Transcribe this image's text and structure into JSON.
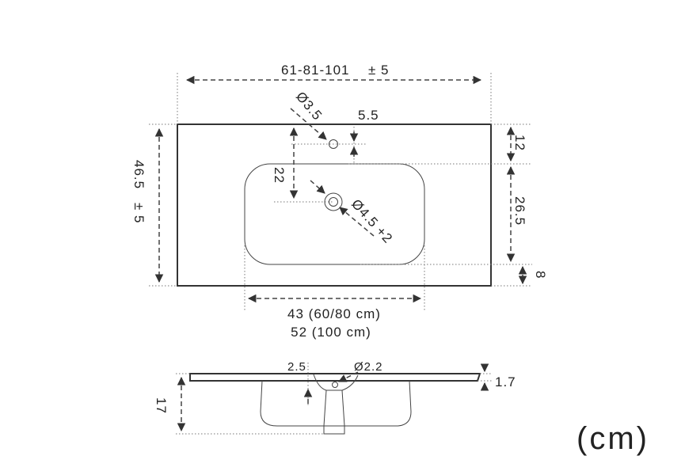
{
  "labels": {
    "total_width": "61-81-101",
    "total_width_tol": "± 5",
    "small_hole_diameter": "Ø3.5",
    "small_hole_offset": "5.5",
    "top_margin": "12",
    "hole_drop": "22",
    "overall_depth": "46.5",
    "overall_depth_tol": "± 5",
    "bowl_depth": "26.5",
    "drain_diameter": "Ø4.5 +2",
    "front_margin": "8",
    "bowl_width_a": "43 (60/80 cm)",
    "bowl_width_b": "52 (100 cm)",
    "section_offset": "2.5",
    "section_drain": "Ø2.2",
    "slab_thickness": "1.7",
    "total_height": "17",
    "unit": "(cm)"
  },
  "colors": {
    "line": "#333333",
    "text": "#222222",
    "background": "#ffffff"
  }
}
